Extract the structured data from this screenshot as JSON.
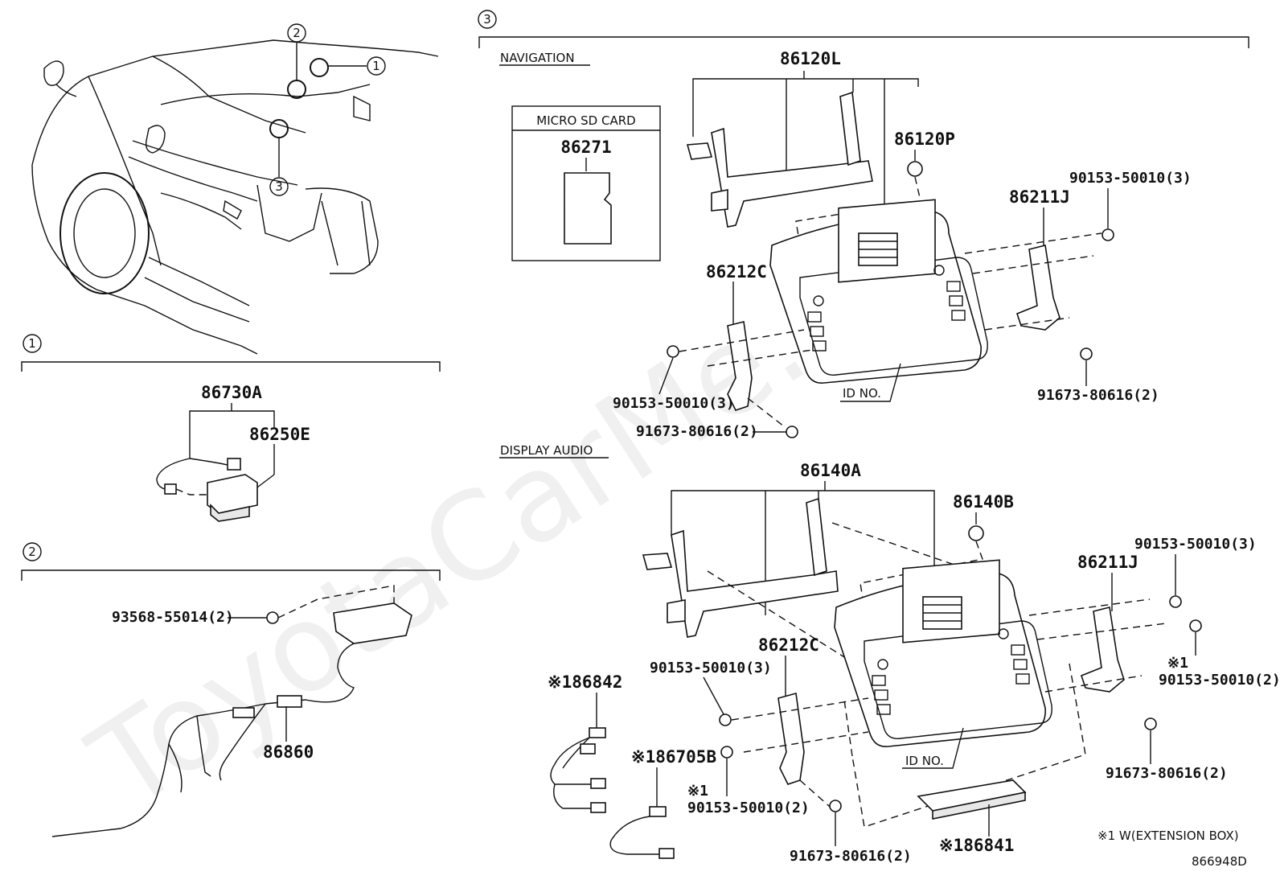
{
  "watermark": "ToyotaCarMe.ru",
  "diagram_code": "866948D",
  "footnote": "※1 W(EXTENSION BOX)",
  "sections": {
    "s1": "1",
    "s2": "2",
    "s3": "3"
  },
  "labels": {
    "navigation": "NAVIGATION",
    "display_audio": "DISPLAY AUDIO",
    "micro_sd_card": "MICRO SD CARD",
    "id_no_1": "ID NO.",
    "id_no_2": "ID NO."
  },
  "parts": {
    "p86730A": "86730A",
    "p86250E": "86250E",
    "p93568": "93568-55014(2)",
    "p86860": "86860",
    "p86120L": "86120L",
    "p86271": "86271",
    "p86120P": "86120P",
    "p86211J_a": "86211J",
    "p90153_a": "90153-50010(3)",
    "p86212C_a": "86212C",
    "p90153_b": "90153-50010(3)",
    "p91673_a": "91673-80616(2)",
    "p91673_b": "91673-80616(2)",
    "p86140A": "86140A",
    "p86140B": "86140B",
    "p86211J_b": "86211J",
    "p90153_c": "90153-50010(3)",
    "p86212C_b": "86212C",
    "p90153_d": "90153-50010(3)",
    "p90153_e_note": "※1",
    "p90153_e": "90153-50010(2)",
    "p90153_f_note": "※1",
    "p90153_f": "90153-50010(2)",
    "p91673_c": "91673-80616(2)",
    "p91673_d": "91673-80616(2)",
    "p86842": "※186842",
    "p86705B": "※186705B",
    "p86841": "※186841"
  }
}
